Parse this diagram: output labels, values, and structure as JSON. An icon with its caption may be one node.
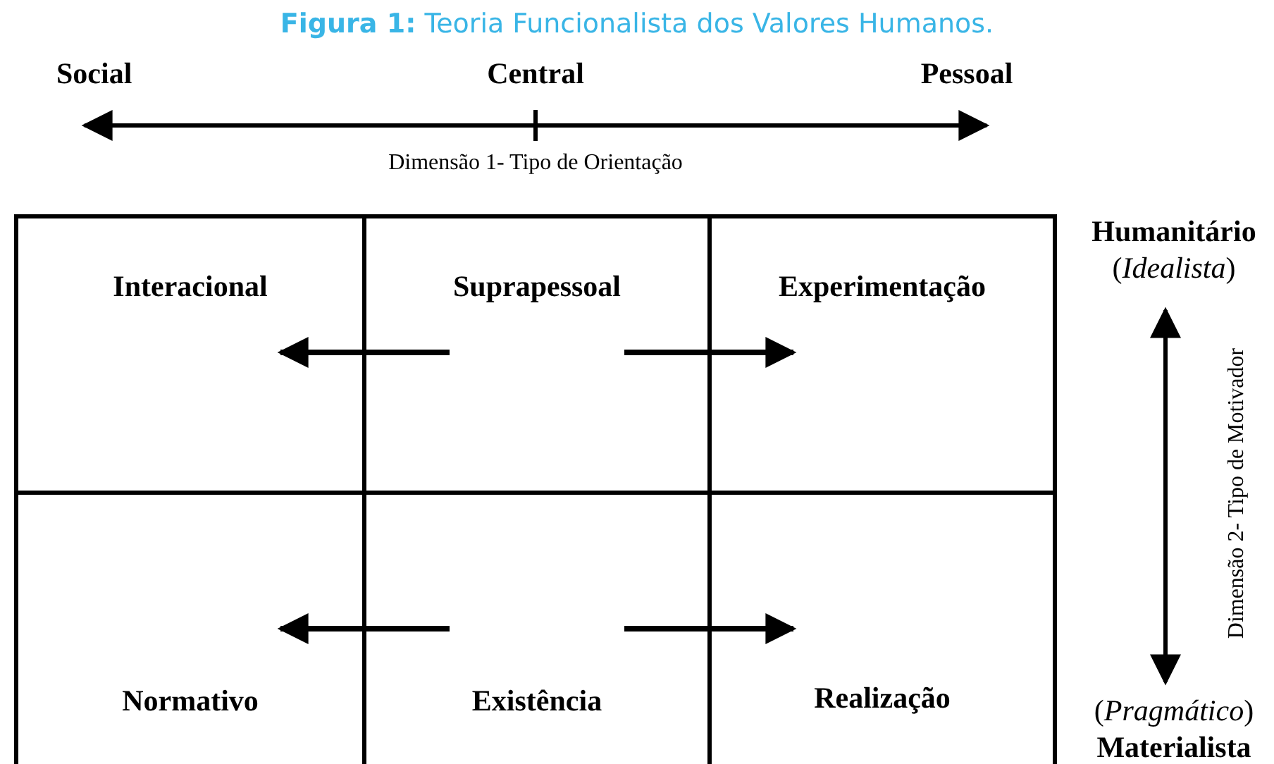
{
  "diagram": {
    "title": "**Figura 1:** Teoria Funcionalista dos Valores Humanos.",
    "nodes": [
      {
        "text": [
          "Interacional"
        ]
      },
      {
        "text": [
          "Suprapessoal"
        ]
      },
      {
        "text": [
          "Experimentação"
        ]
      },
      {
        "text": [
          "Normativo"
        ]
      },
      {
        "text": [
          "Existência"
        ]
      },
      {
        "text": [
          "Realização"
        ]
      }
    ],
    "edges": [
      {
        "from": 1,
        "to": 0,
        "arrow": "to"
      },
      {
        "from": 1,
        "to": 2,
        "arrow": "to"
      },
      {
        "from": 4,
        "to": 3,
        "arrow": "to"
      },
      {
        "from": 4,
        "to": 5,
        "arrow": "to"
      }
    ],
    "labels": [
      "Social",
      "Central",
      "Pessoal",
      "Dimensão 1- Tipo de Orientação",
      "Humanitário",
      "(*Idealista*)",
      "Dimensão 2- Tipo de Motivador",
      "(*Pragmático*)",
      "Materialista"
    ]
  }
}
